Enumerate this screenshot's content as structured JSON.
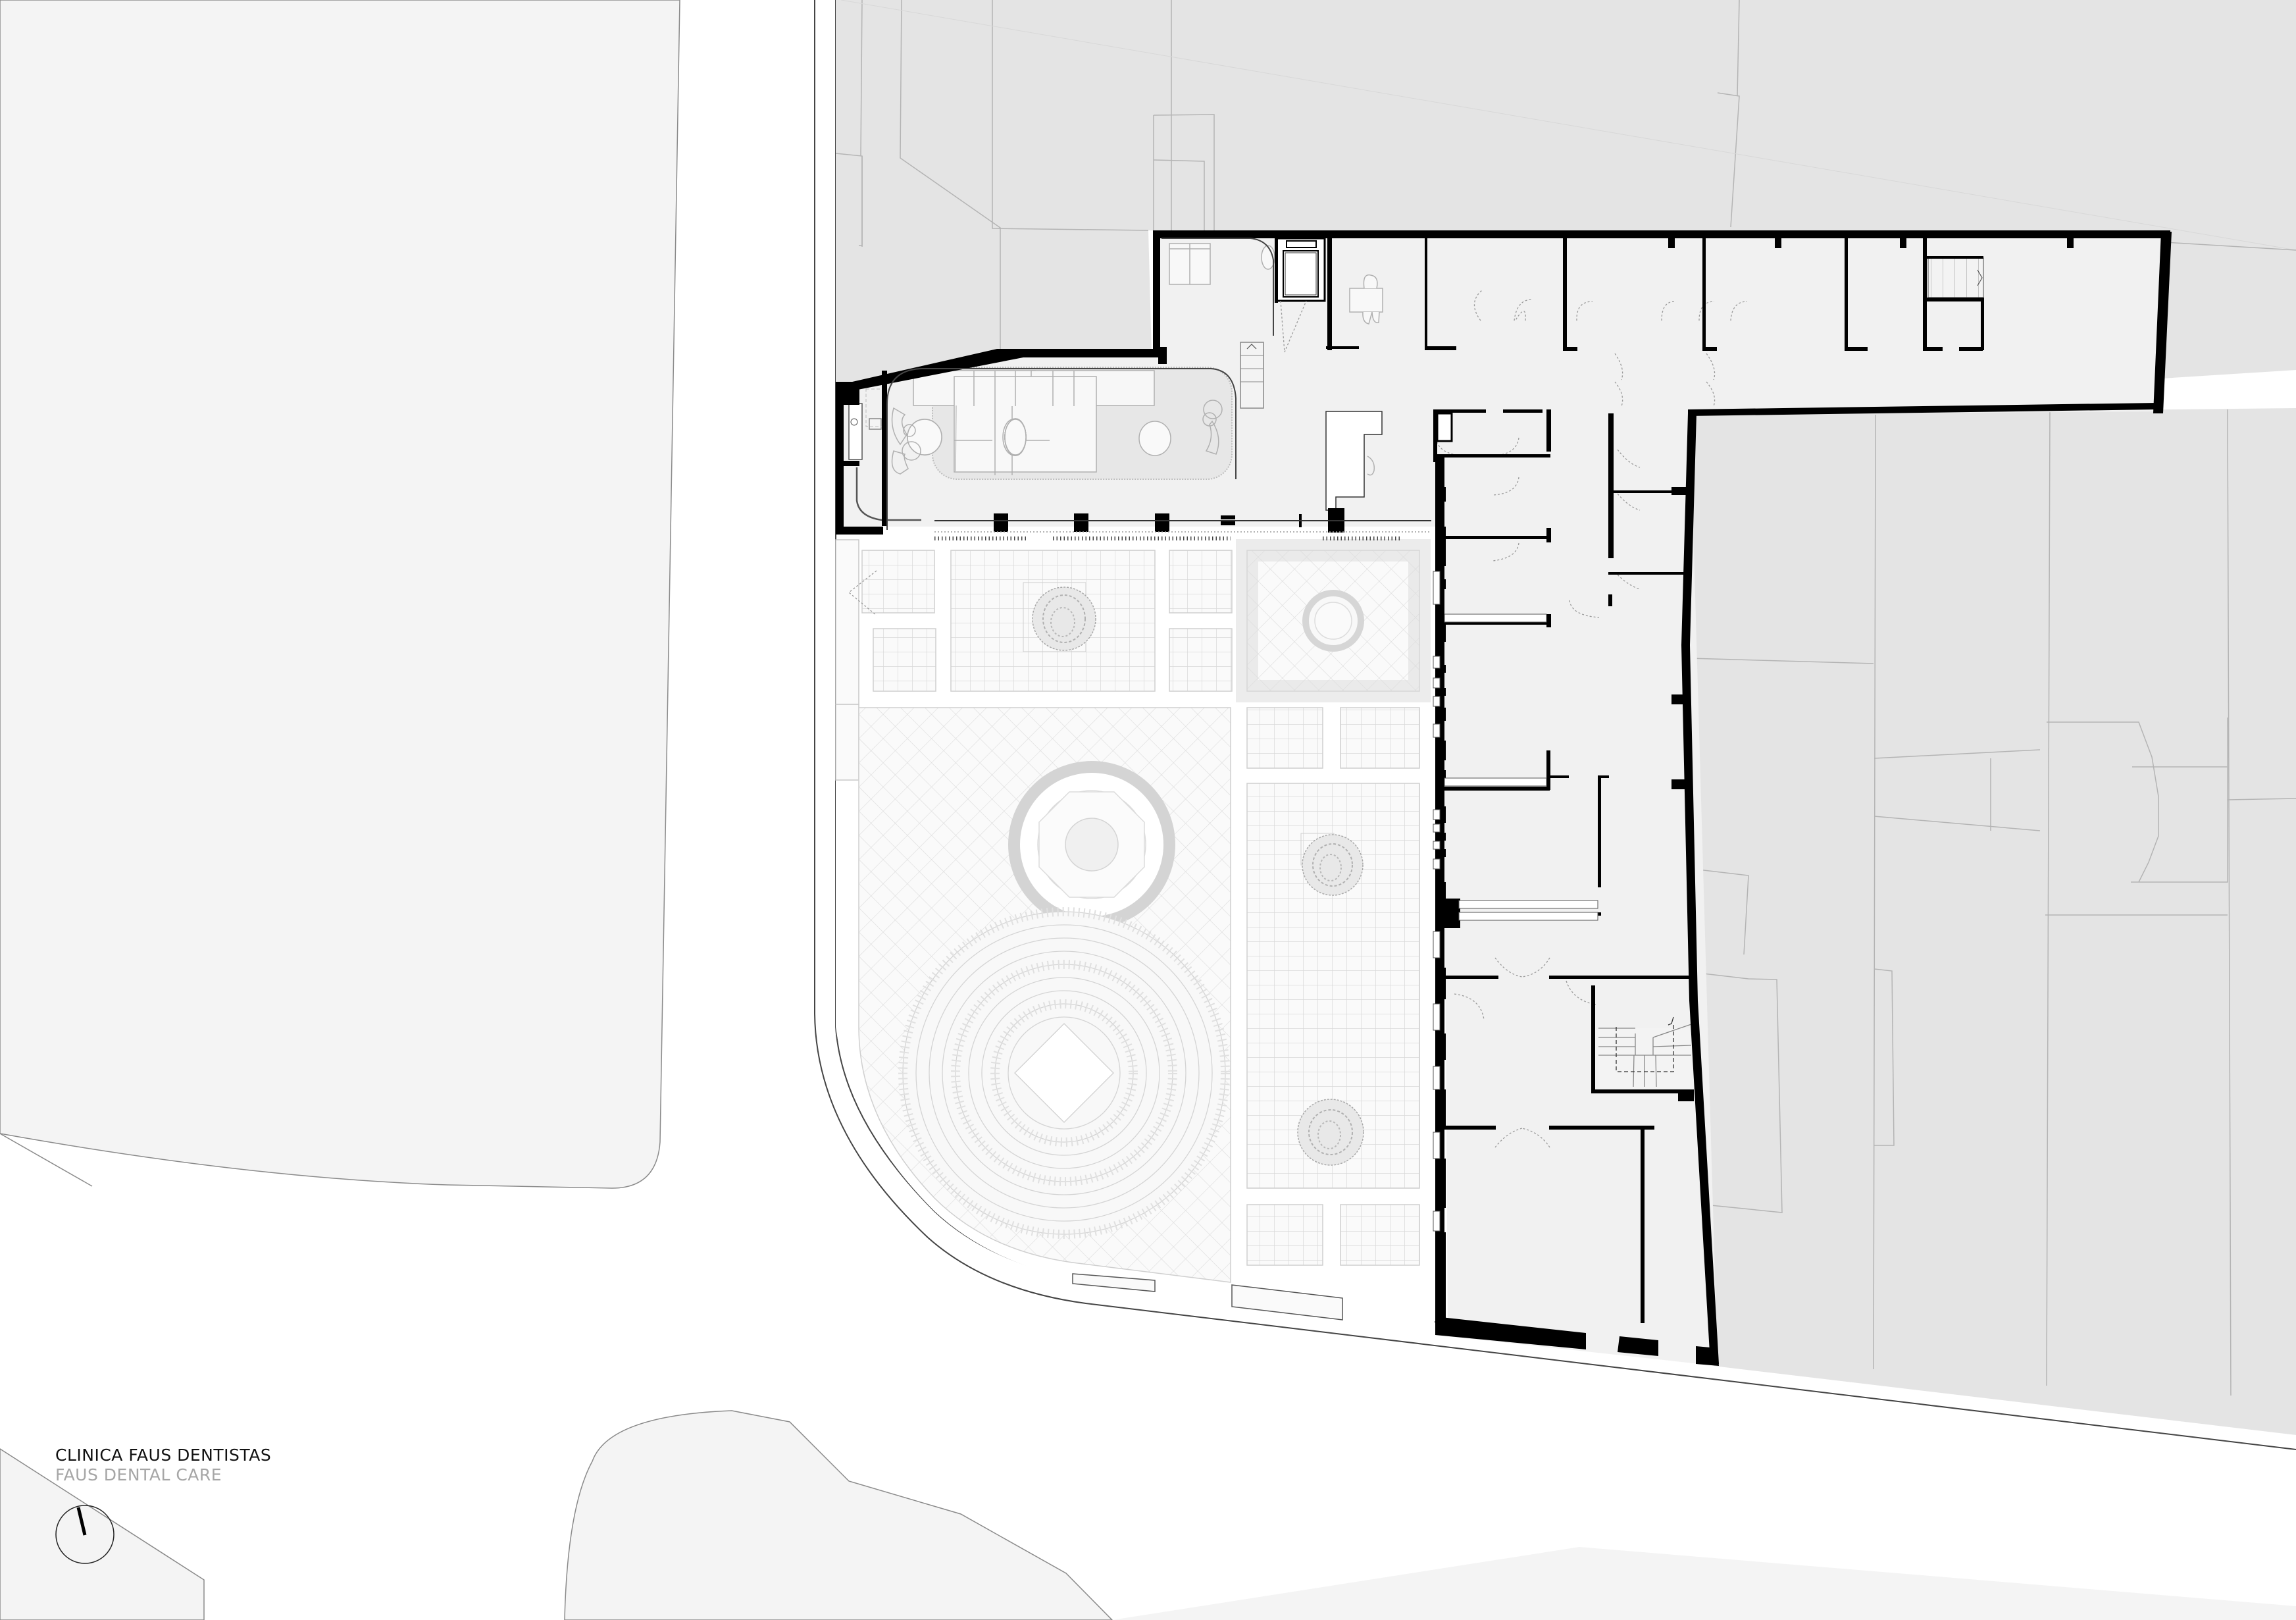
{
  "drawing": {
    "type": "architectural floor plan",
    "title": "CLINICA FAUS DENTISTAS",
    "subtitle": "FAUS DENTAL CARE",
    "north_arrow": {
      "present": true,
      "angle_deg": -15
    }
  },
  "colors": {
    "background": "#ffffff",
    "neighbour_blocks": "#e4e4e4",
    "street_blocks": "#f4f4f4",
    "interior_floor": "#f1f1f1",
    "walls": "#000000",
    "plaza_paving": "#fafafa",
    "paving_lines": "#d6d6d6",
    "title_text": "#111111",
    "subtitle_text": "#a6a6a6"
  },
  "plan": {
    "wings": [
      "north wing with treatment rooms",
      "east wing with rooms and stair",
      "waiting lounge with sofas",
      "public plaza with paving and trees"
    ],
    "plaza": {
      "trees": 3,
      "circular_features": 2,
      "paving_panels": "grid and diamond patterns"
    }
  }
}
